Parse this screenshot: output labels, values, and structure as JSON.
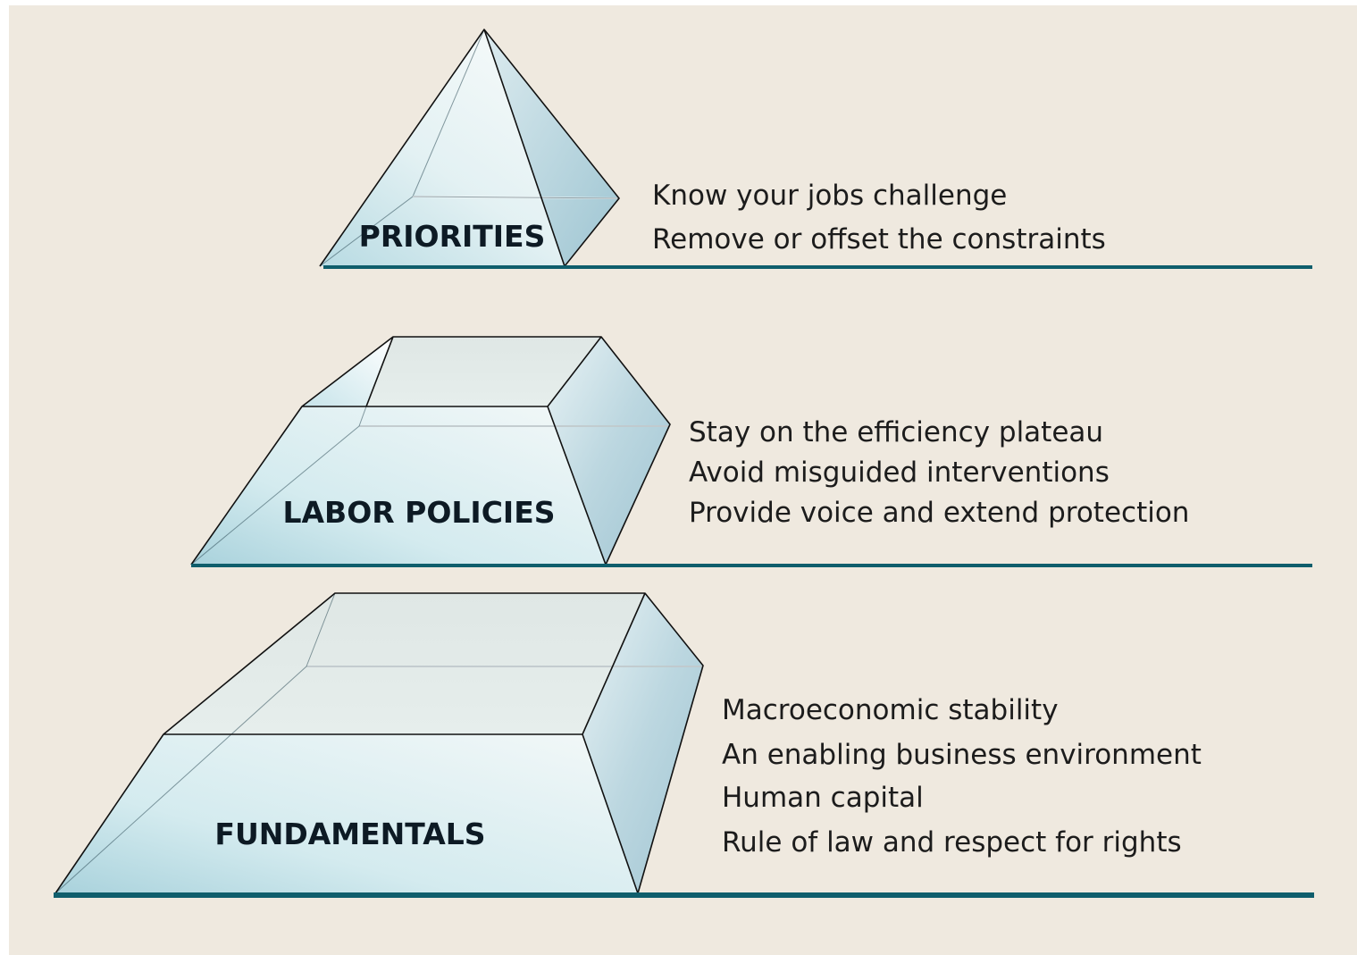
{
  "colors": {
    "background": "#efe9df",
    "baseline": "#0f5e6c",
    "glass_light": "#eef7f8",
    "glass_mid": "#cfe7ec",
    "glass_dark": "#a9ccd8",
    "top_face": "#e1e8e6"
  },
  "tiers": [
    {
      "id": "priorities",
      "label": "PRIORITIES",
      "items": [
        "Know your jobs challenge",
        "Remove or offset the constraints"
      ]
    },
    {
      "id": "labor-policies",
      "label": "LABOR POLICIES",
      "items": [
        "Stay on the efficiency plateau",
        "Avoid misguided interventions",
        "Provide voice and extend protection"
      ]
    },
    {
      "id": "fundamentals",
      "label": "FUNDAMENTALS",
      "items": [
        "Macroeconomic stability",
        "An enabling business environment",
        "Human capital",
        "Rule of law and respect for rights"
      ]
    }
  ]
}
